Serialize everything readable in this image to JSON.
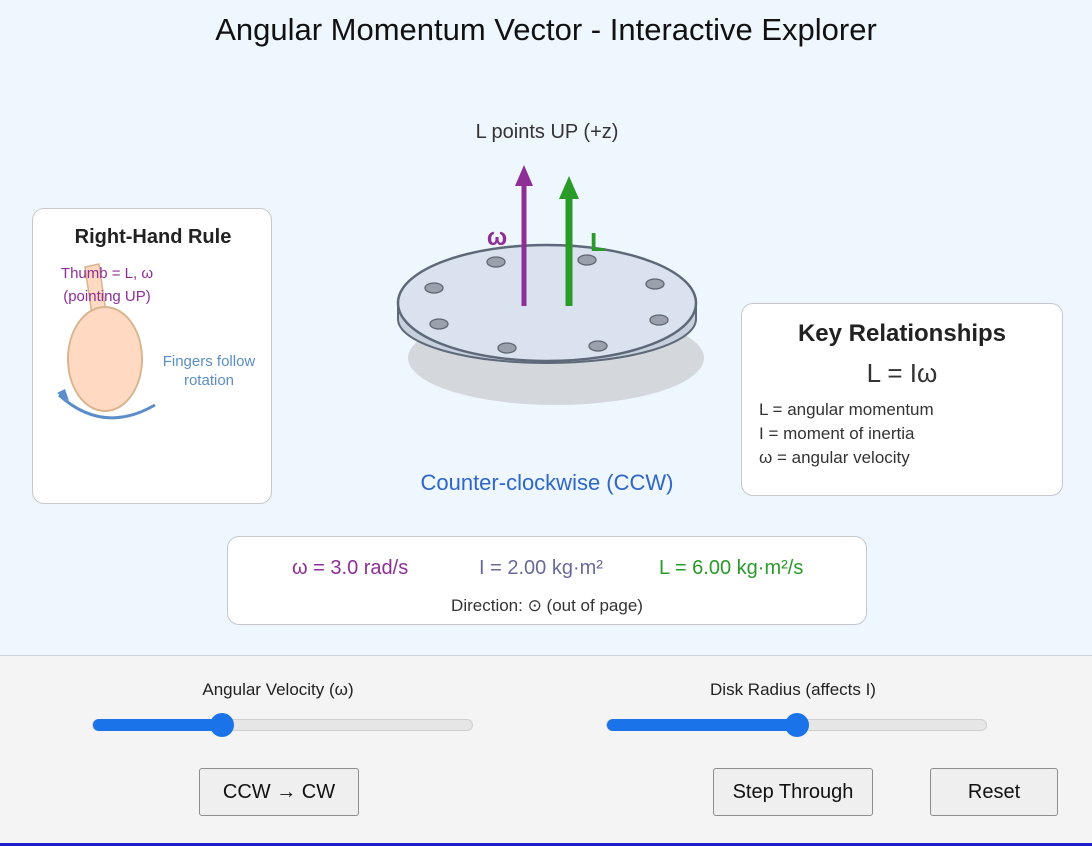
{
  "title": "Angular Momentum Vector - Interactive Explorer",
  "diagram": {
    "top_label": "L points UP (+z)",
    "omega_label": "ω",
    "L_label": "L",
    "direction_caption": "Counter-clockwise (CCW)",
    "faint_marker": "×"
  },
  "right_hand_rule": {
    "title": "Right-Hand Rule",
    "thumb_line1": "Thumb = L, ω",
    "thumb_line2": "(pointing UP)",
    "fingers_line1": "Fingers follow",
    "fingers_line2": "rotation"
  },
  "key_relationships": {
    "title": "Key Relationships",
    "formula": "L = Iω",
    "definitions": [
      "L = angular momentum",
      "I = moment of inertia",
      "ω = angular velocity"
    ]
  },
  "readout": {
    "omega": "ω = 3.0 rad/s",
    "inertia": "I = 2.00 kg·m²",
    "momentum": "L = 6.00 kg·m²/s",
    "direction": "Direction: ⊙ (out of page)"
  },
  "controls": {
    "omega_slider": {
      "label": "Angular Velocity (ω)",
      "fraction": 0.34
    },
    "radius_slider": {
      "label": "Disk Radius (affects I)",
      "fraction": 0.5
    },
    "buttons": {
      "toggle": "CCW → CW",
      "step": "Step Through",
      "reset": "Reset"
    }
  },
  "colors": {
    "omega": "#8e2e96",
    "inertia": "#6a6a9a",
    "momentum": "#2a9a2a",
    "caption": "#2f66c8",
    "hand": "#ffd9c2",
    "hand_stroke": "#d9b48f",
    "fingers": "#5b8ec9",
    "accent": "#1a73e8"
  }
}
